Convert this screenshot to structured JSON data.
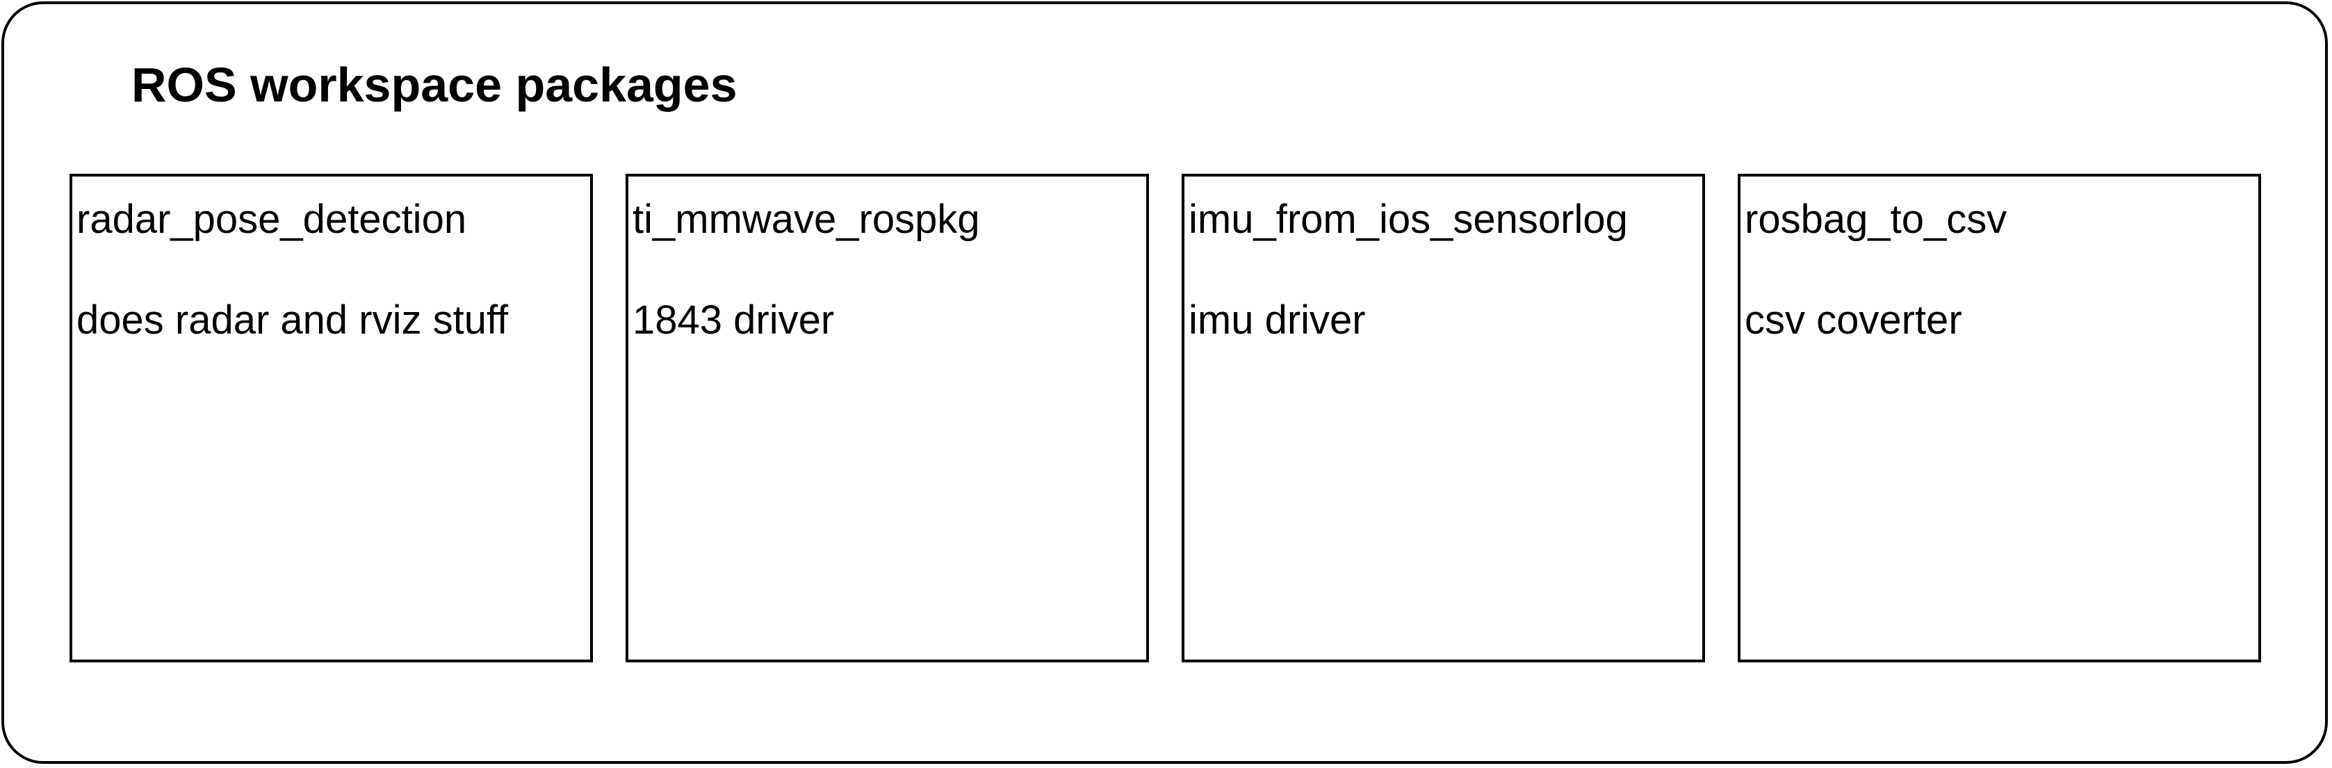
{
  "diagram": {
    "title": "ROS workspace packages",
    "packages": [
      {
        "name": "radar_pose_detection",
        "description": "does radar and rviz stuff"
      },
      {
        "name": "ti_mmwave_rospkg",
        "description": "1843 driver"
      },
      {
        "name": "imu_from_ios_sensorlog",
        "description": "imu driver"
      },
      {
        "name": "rosbag_to_csv",
        "description": "csv coverter"
      }
    ]
  }
}
